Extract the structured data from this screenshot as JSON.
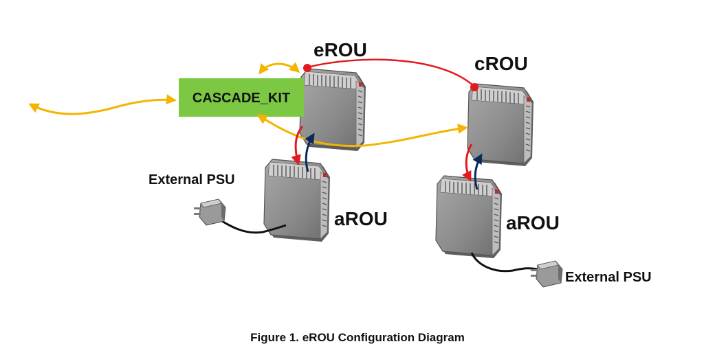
{
  "diagram": {
    "labels": {
      "erou": "eROU",
      "crou": "cROU",
      "arou_left": "aROU",
      "arou_right": "aROU",
      "psu_left": "External PSU",
      "psu_right": "External PSU"
    },
    "kit_label": "CASCADE_KIT",
    "colors": {
      "kit_fill": "#7cc843",
      "yellow_link": "#f4b400",
      "red_link": "#e3191c",
      "navy_link": "#0b2a5b",
      "device_body": "#8a8a8a",
      "cable": "#111111"
    },
    "icons": [
      "rou-device",
      "power-adapter",
      "connector-dot"
    ]
  },
  "caption": "Figure 1. eROU Configuration Diagram"
}
